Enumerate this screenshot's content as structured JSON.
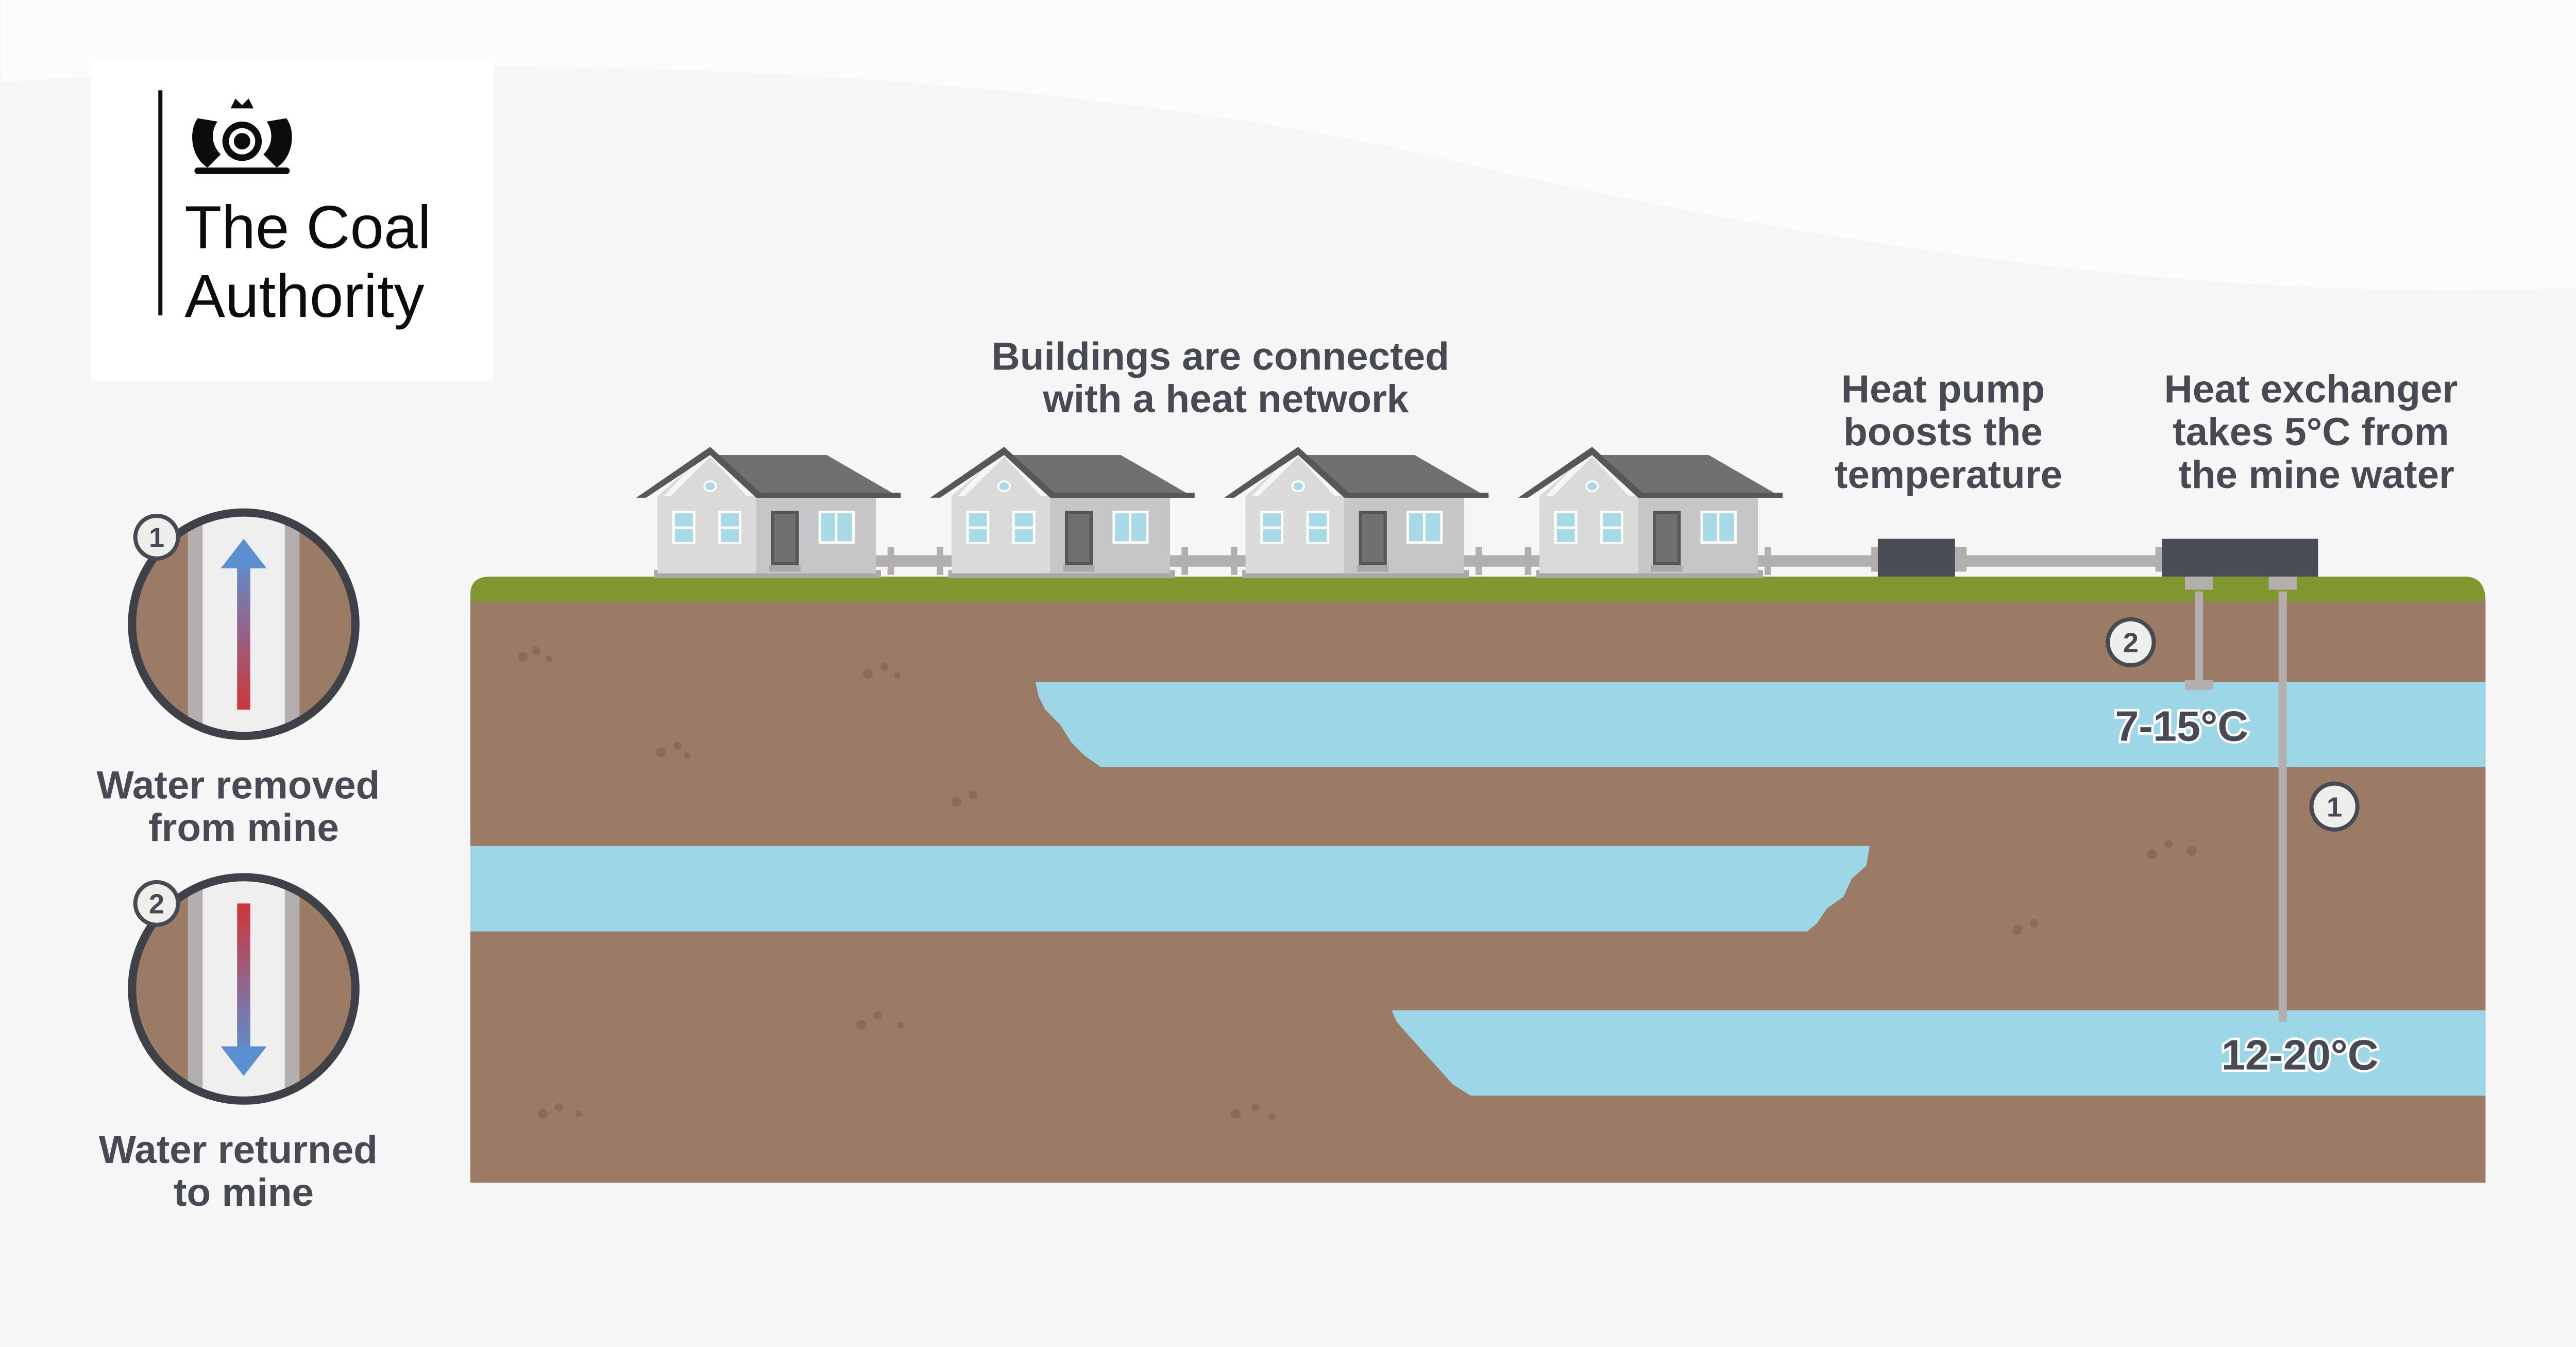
{
  "logo": {
    "line1": "The Coal",
    "line2": "Authority"
  },
  "labels": {
    "buildings": [
      "Buildings are connected",
      "with a heat network"
    ],
    "heat_pump": [
      "Heat pump",
      "boosts the",
      "temperature"
    ],
    "heat_exchanger": [
      "Heat exchanger",
      "takes 5°C from",
      "the mine water"
    ]
  },
  "temperatures": {
    "upper": "7-15°C",
    "lower": "12-20°C"
  },
  "markers": {
    "one": "1",
    "two": "2"
  },
  "legend": [
    {
      "number": "1",
      "lines": [
        "Water removed",
        "from mine"
      ],
      "icon": "arrow-up-icon"
    },
    {
      "number": "2",
      "lines": [
        "Water returned",
        "to mine"
      ],
      "icon": "arrow-down-icon"
    }
  ],
  "colors": {
    "soil": "#9b7a66",
    "grass": "#80962f",
    "water": "#9dd6e6",
    "text": "#474a52",
    "device": "#4a4d55",
    "pipe": "#b3afaf"
  }
}
